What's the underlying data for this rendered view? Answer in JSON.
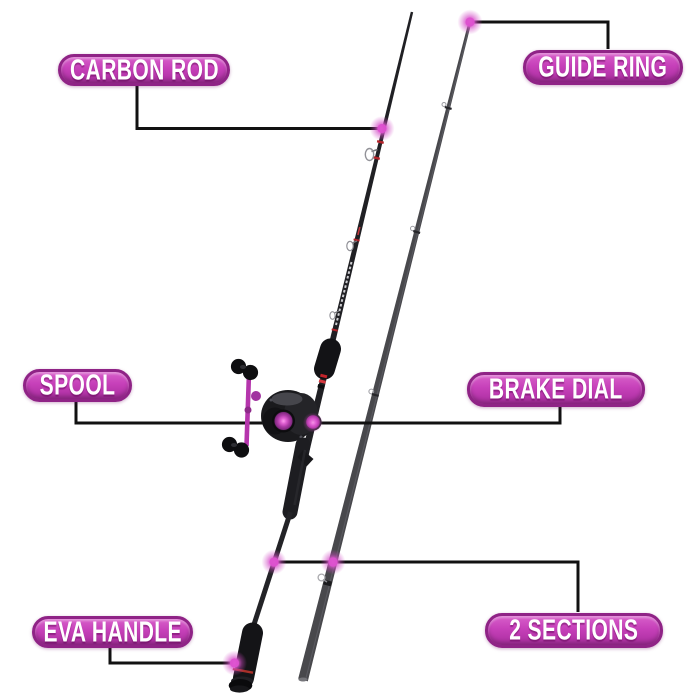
{
  "page": {
    "background": "#ffffff",
    "description": "Annotated product diagram of a baitcasting fishing rod and reel combo"
  },
  "annotations": {
    "connector_color": "#111111",
    "dot_color": "#d84fce",
    "pill": {
      "fill_top": "#d85fca",
      "fill_bottom": "#a92d9e",
      "border": "#8f2386",
      "text_color": "#ffffff"
    },
    "labels": {
      "carbon_rod": {
        "text": "CARBON ROD"
      },
      "guide_ring": {
        "text": "GUIDE RING"
      },
      "spool": {
        "text": "SPOOL"
      },
      "brake_dial": {
        "text": "BRAKE DIAL"
      },
      "eva_handle": {
        "text": "EVA HANDLE"
      },
      "sections": {
        "text": "2 SECTIONS"
      }
    }
  },
  "product": {
    "accent_color": "#c23db8",
    "reel_type": "baitcasting reel",
    "sections_count": "2"
  }
}
